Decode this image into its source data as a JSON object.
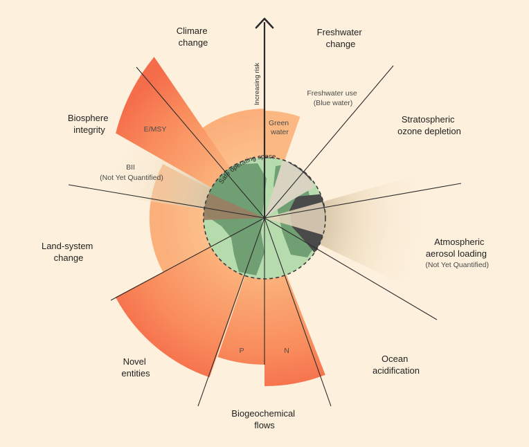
{
  "boundaries": {
    "climate": [
      "Climare",
      "change"
    ],
    "freshwater": [
      "Freshwater",
      "change"
    ],
    "ozone": [
      "Stratospheric",
      "ozone depletion"
    ],
    "aerosol": [
      "Atmospheric",
      "aerosol loading"
    ],
    "aerosol_note": "(Not Yet Quantified)",
    "ocean": [
      "Ocean",
      "acidification"
    ],
    "biogeo": [
      "Biogeochemical",
      "flows"
    ],
    "novel": [
      "Novel",
      "entities"
    ],
    "land": [
      "Land-system",
      "change"
    ],
    "biosphere": [
      "Biosphere",
      "integrity"
    ]
  },
  "sub_labels": {
    "blue_water": [
      "Freshwater use",
      "(Blue water)"
    ],
    "green_water": [
      "Green",
      "water"
    ],
    "emsy": "E/MSY",
    "bii": [
      "BII",
      "(Not Yet Quantified)"
    ],
    "p": "P",
    "n": "N"
  },
  "axis_label": "Increasing risk",
  "safe_space_label": "Safe operating space",
  "colors": {
    "background": "#fdf0dc",
    "safe_space": "#b6dcae",
    "land_mass": "#6f9f73",
    "high_risk": "#f57a52",
    "increasing_risk": "#fbb882",
    "grey": "#4a4a4a"
  }
}
